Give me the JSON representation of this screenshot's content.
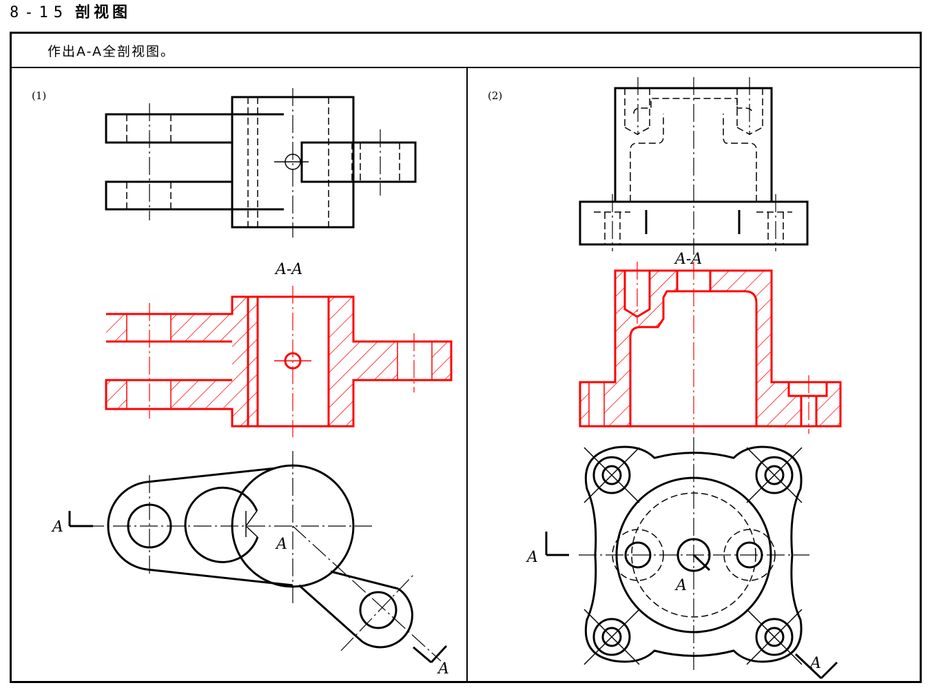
{
  "header": {
    "number": "8-15",
    "title": "剖视图"
  },
  "instruction": "作出A-A全剖视图。",
  "panels": [
    {
      "label": "(1)",
      "section_label": "A-A",
      "cut_label": "A"
    },
    {
      "label": "(2)",
      "section_label": "A-A",
      "cut_label": "A"
    }
  ],
  "colors": {
    "line": "#000000",
    "answer": "#ff0000"
  }
}
